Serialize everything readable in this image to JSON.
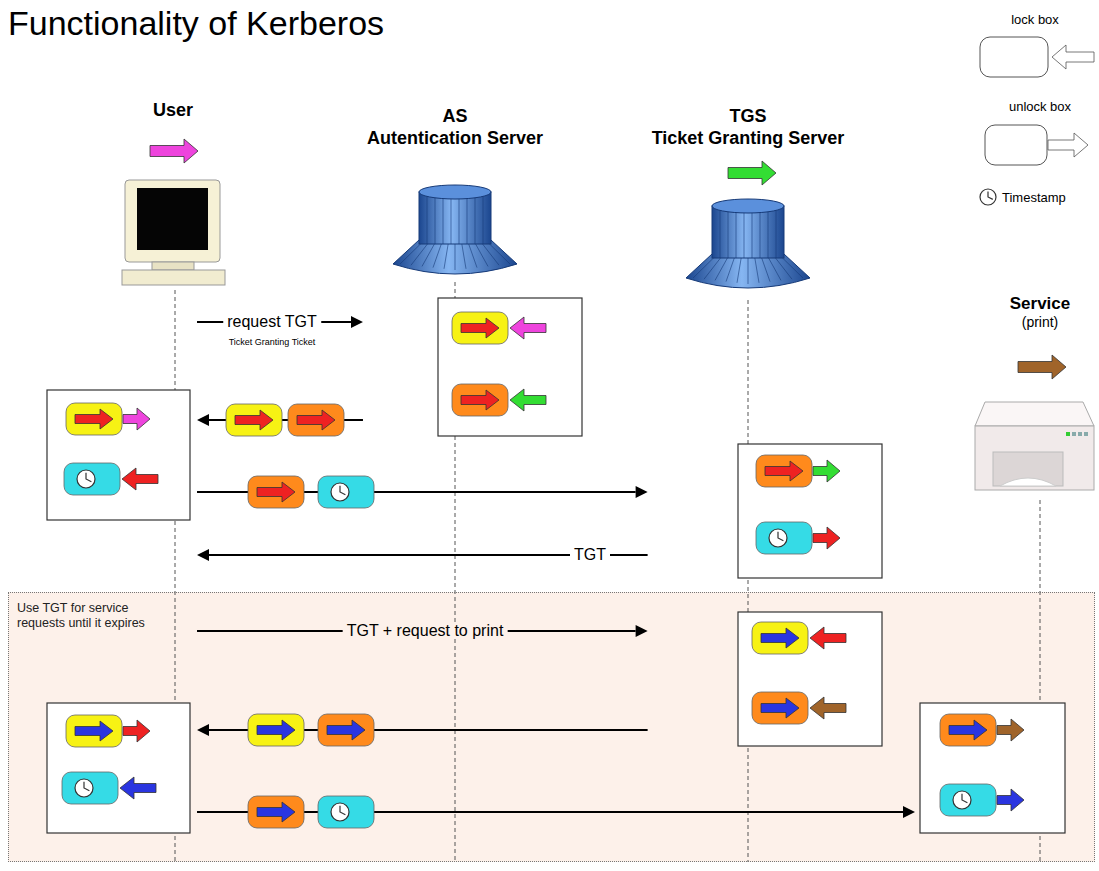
{
  "diagram": {
    "title": "Functionality of Kerberos",
    "nodes": [
      {
        "text": [
          "User"
        ]
      },
      {
        "text": [
          "AS",
          "Autentication Server"
        ]
      },
      {
        "text": [
          "TGS",
          "Ticket Granting Server"
        ]
      },
      {
        "text": [
          "Service",
          "(print)"
        ]
      },
      {
        "text": [
          "Use TGT for service requests until it expires"
        ]
      }
    ],
    "edges": [
      {
        "from": 0,
        "to": 1,
        "arrow": "to",
        "label": "request TGT"
      },
      {
        "from": 1,
        "to": 0,
        "arrow": "to"
      },
      {
        "from": 0,
        "to": 2,
        "arrow": "to"
      },
      {
        "from": 2,
        "to": 0,
        "arrow": "to",
        "label": "TGT"
      },
      {
        "from": 0,
        "to": 2,
        "arrow": "to",
        "label": "TGT + request to print"
      },
      {
        "from": 2,
        "to": 0,
        "arrow": "to"
      },
      {
        "from": 0,
        "to": 3,
        "arrow": "to"
      }
    ],
    "labels": [
      "Ticket Granting Ticket"
    ],
    "legend": [
      {
        "text": "lock box"
      },
      {
        "text": "unlock box"
      },
      {
        "text": "Timestamp"
      }
    ]
  }
}
